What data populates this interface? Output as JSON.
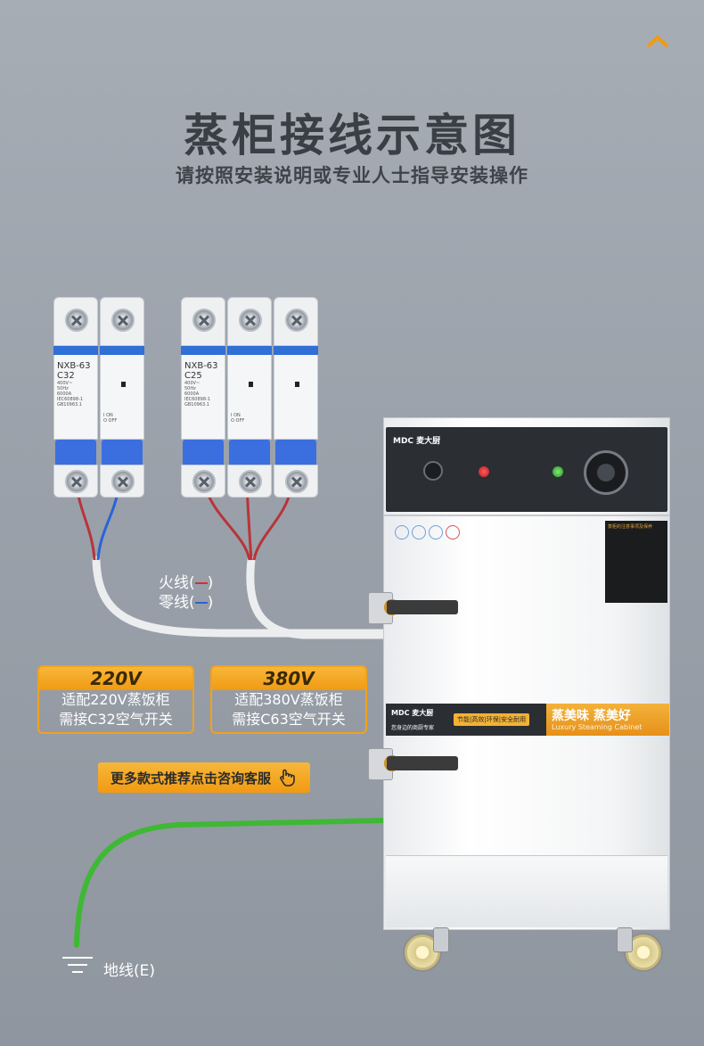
{
  "header": {
    "title": "蒸柜接线示意图",
    "subtitle": "请按照安装说明或专业人士指导安装操作"
  },
  "breakers": [
    {
      "model": "NXB-63",
      "rating": "C32",
      "specs": [
        "400V~",
        "50Hz",
        "6000A",
        "IEC60898-1",
        "GB10963.1"
      ],
      "on_off": [
        "I ON",
        "O OFF"
      ]
    },
    {
      "model": "NXB-63",
      "rating": "C25",
      "specs": [
        "400V~",
        "50Hz",
        "6000A",
        "IEC60898-1",
        "GB10963.1"
      ],
      "on_off": [
        "I ON",
        "O OFF"
      ]
    }
  ],
  "legend": {
    "live_label": "火线(",
    "neutral_label": "零线(",
    "close": ")",
    "live_color": "#d93030",
    "neutral_color": "#2a63d8"
  },
  "cards": [
    {
      "voltage": "220V",
      "line1": "适配220V蒸饭柜",
      "line2": "需接C32空气开关"
    },
    {
      "voltage": "380V",
      "line1": "适配380V蒸饭柜",
      "line2": "需接C63空气开关"
    }
  ],
  "consult_button": {
    "label": "更多款式推荐点击咨询客服"
  },
  "ground": {
    "label": "地线(E)",
    "wire_color": "#3fb835"
  },
  "cabinet": {
    "panel_logo": "MDC 麦大厨",
    "notice_title": "蒸柜的注意事项及保养",
    "banner_logo": "MDC 麦大厨",
    "banner_slogan": "您身边的商厨专家",
    "banner_tags": "节能|高效|环保|安全耐用",
    "banner_main": "蒸美味 蒸美好",
    "banner_sub": "Luxury Steaming Cabinet"
  },
  "colors": {
    "accent": "#f19a12",
    "breaker_blue": "#3b6fe0",
    "wire_live": "#b8343a",
    "wire_neutral": "#2a63d8",
    "cable_white": "#ecedef"
  }
}
